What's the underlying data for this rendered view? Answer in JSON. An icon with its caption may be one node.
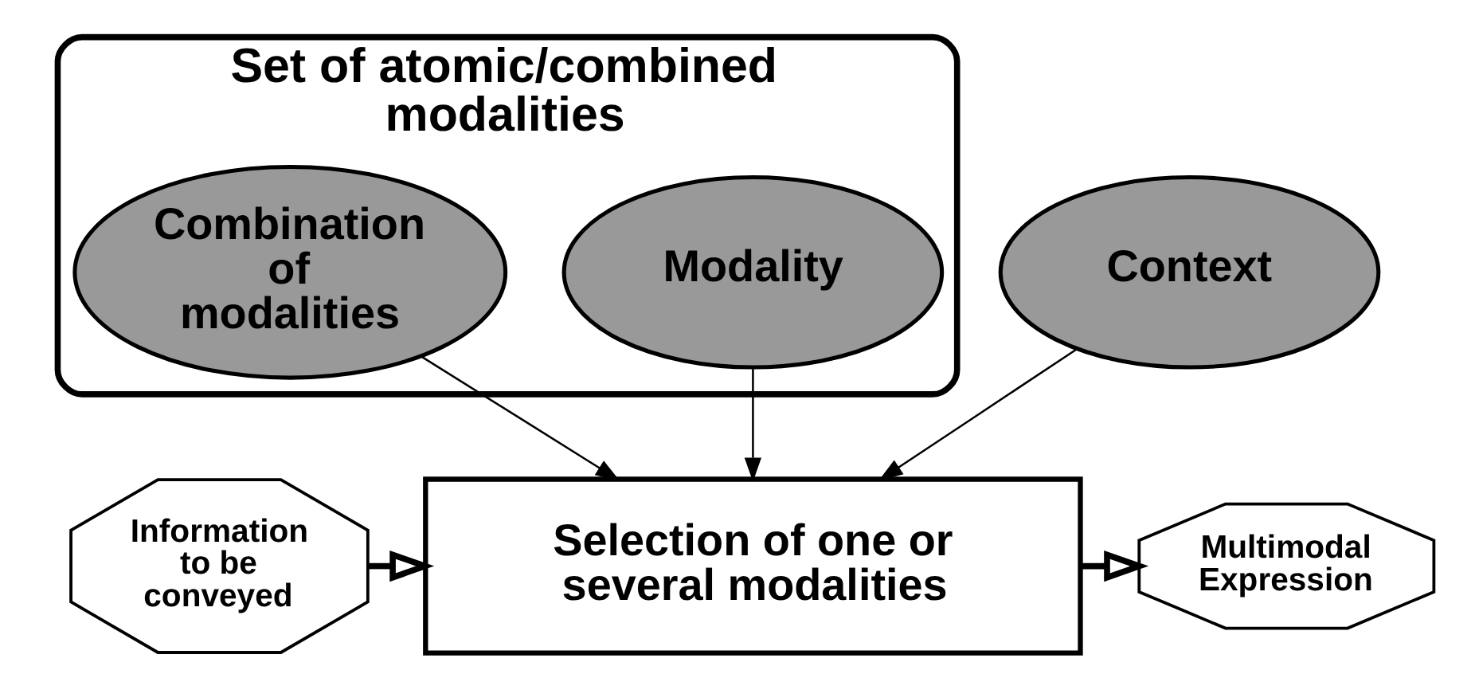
{
  "diagram": {
    "nodes": [
      {
        "text": [
          "Set of atomic/combined modalities"
        ]
      },
      {
        "text": [
          "Context"
        ]
      },
      {
        "text": [
          "Modality"
        ],
        "in": 0
      },
      {
        "text": [
          "Combination of modalities"
        ],
        "in": 0
      },
      {
        "text": [
          "Information to be conveyed"
        ]
      },
      {
        "text": [
          "Selection of one or several modalities"
        ]
      },
      {
        "text": [
          "Multimodal Expression"
        ]
      }
    ],
    "edges": [
      {
        "from": 1,
        "to": 5,
        "arrow": "to"
      },
      {
        "from": 2,
        "to": 5,
        "arrow": "to"
      },
      {
        "from": 3,
        "to": 5,
        "arrow": "to"
      },
      {
        "from": 4,
        "to": 5,
        "arrow": "to",
        "style": "thick"
      },
      {
        "from": 5,
        "to": 6,
        "arrow": "to",
        "style": "thick"
      }
    ]
  }
}
